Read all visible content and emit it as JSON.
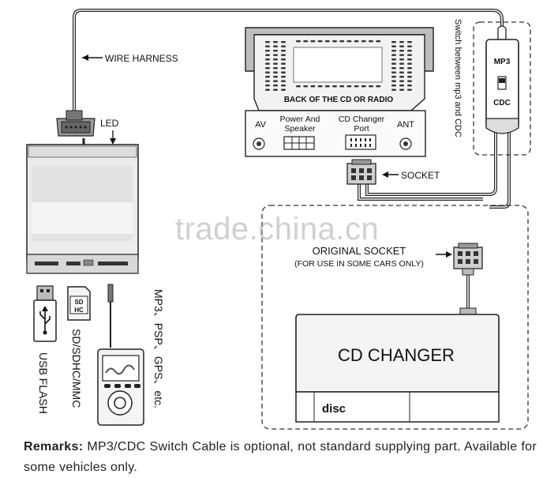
{
  "labels": {
    "wire_harness": "WIRE HARNESS",
    "led": "LED",
    "back_of_unit": "BACK OF THE CD OR RADIO",
    "av": "AV",
    "power_speaker_1": "Power And",
    "power_speaker_2": "Speaker",
    "cd_changer_port_1": "CD Changer",
    "cd_changer_port_2": "Port",
    "ant": "ANT",
    "socket": "SOCKET",
    "switch_caption": "Switch between mp3 and CDC",
    "switch_mp3": "MP3",
    "switch_cdc": "CDC",
    "original_socket_1": "ORIGINAL SOCKET",
    "original_socket_2": "(FOR USE IN SOME CARS ONLY)",
    "cd_changer": "CD CHANGER",
    "disc_text": "disc",
    "usb_flash": "USB FLASH",
    "sd_cards": "SD/SDHC/MMC",
    "media_devices": "MP3、PSP、GPS、etc.",
    "sd_card_top": "SD",
    "sd_card_bottom": "HC"
  },
  "remarks": {
    "prefix": "Remarks:",
    "text": " MP3/CDC Switch Cable is optional, not standard supplying part. Available for some vehicles only."
  },
  "watermark": "trade.china.cn"
}
